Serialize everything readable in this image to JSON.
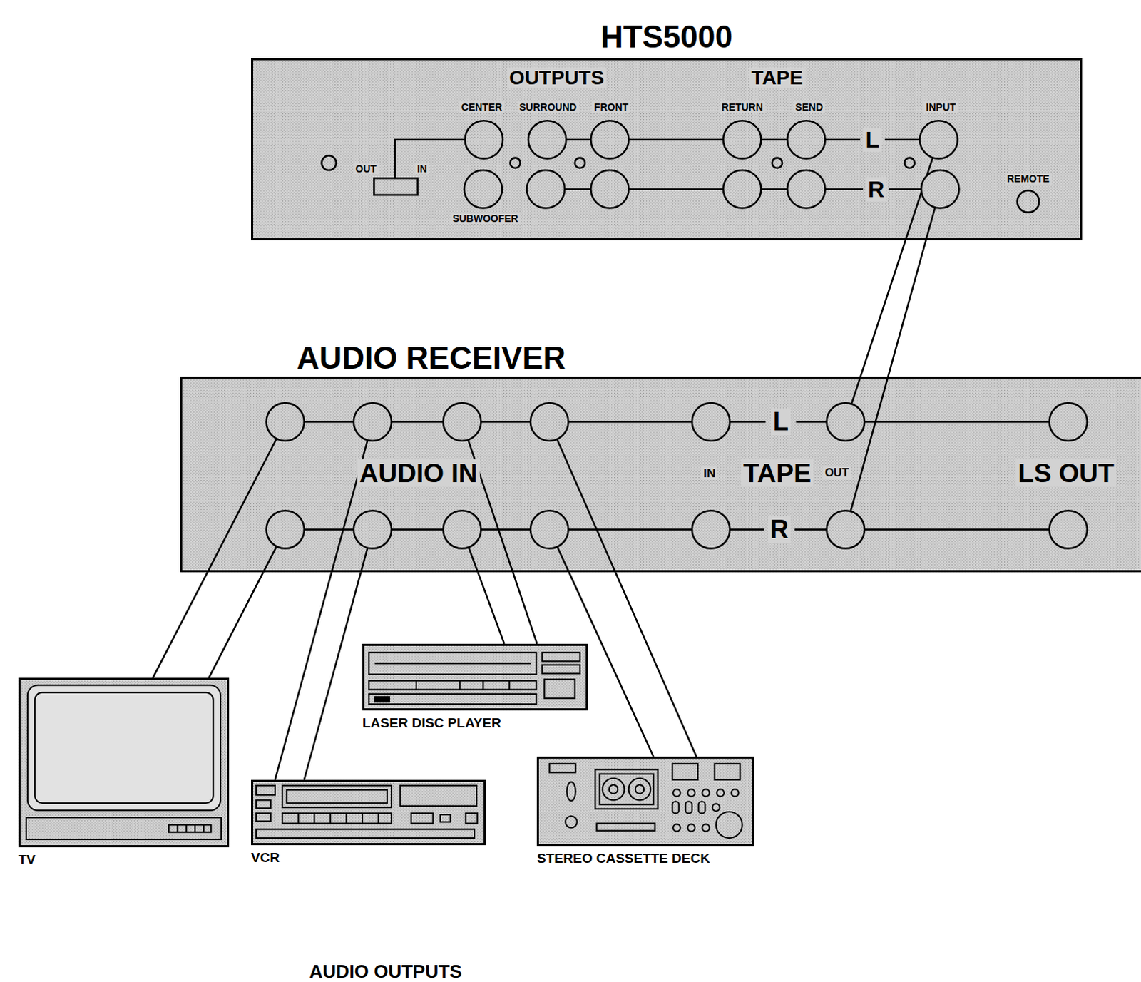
{
  "diagram": {
    "nodes": [
      {
        "text": [
          "HTS5000"
        ]
      },
      {
        "text": [
          "AUDIO RECEIVER"
        ]
      },
      {
        "text": [
          "TV"
        ]
      },
      {
        "text": [
          "VCR"
        ]
      },
      {
        "text": [
          "LASER DISC PLAYER"
        ]
      },
      {
        "text": [
          "STEREO CASSETTE DECK"
        ]
      }
    ],
    "edges": [
      {
        "from": 1,
        "to": 0,
        "arrow": "none"
      },
      {
        "from": 1,
        "to": 0,
        "arrow": "none"
      },
      {
        "from": 1,
        "to": 2,
        "arrow": "none"
      },
      {
        "from": 1,
        "to": 2,
        "arrow": "none"
      },
      {
        "from": 1,
        "to": 3,
        "arrow": "none"
      },
      {
        "from": 1,
        "to": 3,
        "arrow": "none"
      },
      {
        "from": 1,
        "to": 4,
        "arrow": "none"
      },
      {
        "from": 1,
        "to": 4,
        "arrow": "none"
      },
      {
        "from": 1,
        "to": 5,
        "arrow": "none"
      },
      {
        "from": 1,
        "to": 5,
        "arrow": "none"
      }
    ],
    "labels": [
      "OUTPUTS",
      "TAPE",
      "CENTER",
      "SURROUND",
      "FRONT",
      "RETURN",
      "SEND",
      "INPUT",
      "OUT",
      "IN",
      "L",
      "R",
      "REMOTE",
      "SUBWOOFER",
      "L",
      "AUDIO IN",
      "IN",
      "TAPE",
      "OUT",
      "LS OUT",
      "R",
      "AUDIO OUTPUTS"
    ]
  }
}
